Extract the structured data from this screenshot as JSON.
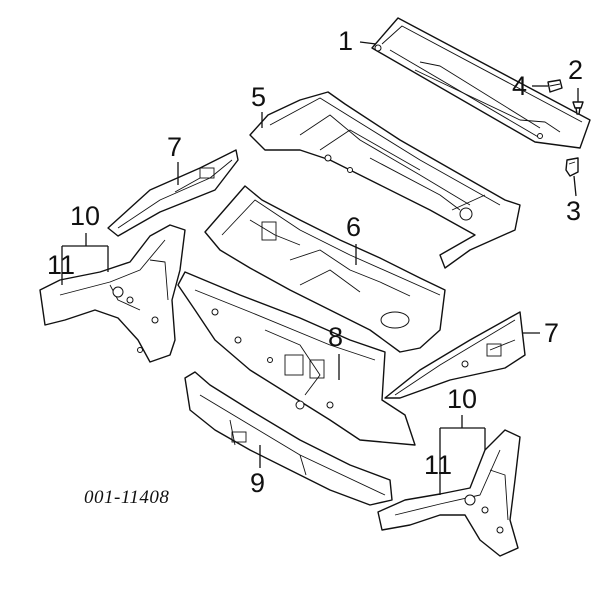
{
  "diagram": {
    "callouts": {
      "c1": "1",
      "c2": "2",
      "c3": "3",
      "c4": "4",
      "c5": "5",
      "c6": "6",
      "c7a": "7",
      "c7b": "7",
      "c8": "8",
      "c9": "9",
      "c10a": "10",
      "c10b": "10",
      "c11a": "11",
      "c11b": "11"
    },
    "catalog_number": "001-11408"
  }
}
